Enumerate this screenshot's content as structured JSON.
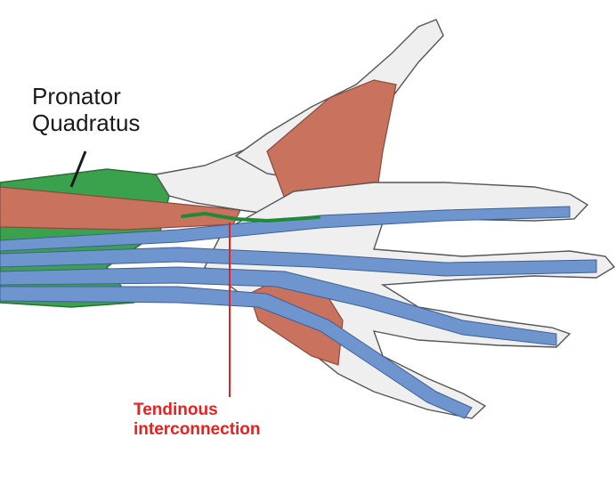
{
  "labels": {
    "pronator_quadratus": [
      "Pronator",
      "Quadratus"
    ],
    "tendinous_interconnection": [
      "Tendinous",
      "interconnection"
    ]
  },
  "colors": {
    "muscle_green": "#3aa24c",
    "muscle_red": "#c9725e",
    "tendon_blue": "#6f95cf",
    "bone_outline": "#555555",
    "bone_fill": "#efefef",
    "highlight_line": "#1f8a3a",
    "pointer_red": "#e8201e",
    "label_text": "#1a1a1a"
  }
}
